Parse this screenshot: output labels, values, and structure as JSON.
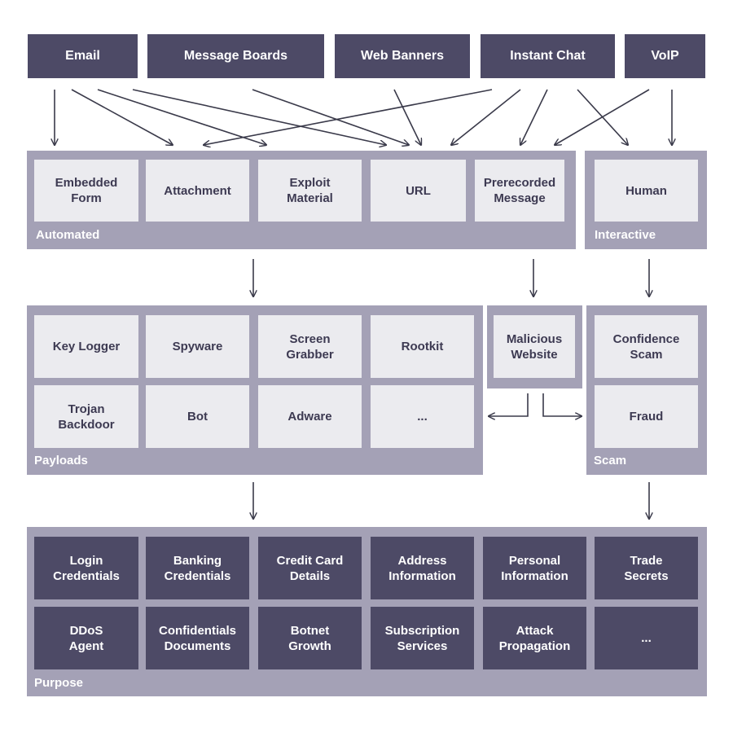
{
  "sources": [
    "Email",
    "Message Boards",
    "Web Banners",
    "Instant Chat",
    "VoIP"
  ],
  "automated": {
    "label": "Automated",
    "items": [
      "Embedded\nForm",
      "Attachment",
      "Exploit\nMaterial",
      "URL",
      "Prerecorded\nMessage"
    ]
  },
  "interactive": {
    "label": "Interactive",
    "items": [
      "Human"
    ]
  },
  "payloads": {
    "label": "Payloads",
    "items": [
      "Key Logger",
      "Spyware",
      "Screen\nGrabber",
      "Rootkit",
      "Trojan\nBackdoor",
      "Bot",
      "Adware",
      "..."
    ]
  },
  "malicious": {
    "items": [
      "Malicious\nWebsite"
    ]
  },
  "scam": {
    "label": "Scam",
    "items": [
      "Confidence\nScam",
      "Fraud"
    ]
  },
  "purpose": {
    "label": "Purpose",
    "items": [
      "Login\nCredentials",
      "Banking\nCredentials",
      "Credit Card\nDetails",
      "Address\nInformation",
      "Personal\nInformation",
      "Trade\nSecrets",
      "DDoS\nAgent",
      "Confidentials\nDocuments",
      "Botnet\nGrowth",
      "Subscription\nServices",
      "Attack\nPropagation",
      "..."
    ]
  },
  "colors": {
    "dark": "#4d4a66",
    "panel": "#a4a1b6",
    "light": "#ebebef",
    "arrow": "#3a3a4a"
  }
}
